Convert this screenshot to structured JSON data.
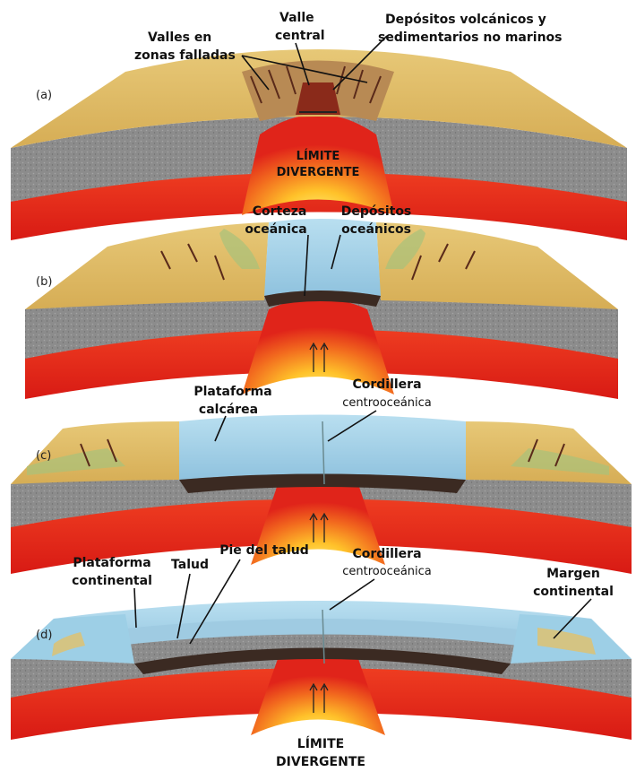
{
  "panels": [
    {
      "tag": "(a)"
    },
    {
      "tag": "(b)"
    },
    {
      "tag": "(c)"
    },
    {
      "tag": "(d)"
    }
  ],
  "labels": {
    "a_valles_1": "Valles en",
    "a_valles_2": "zonas falladas",
    "a_valle_1": "Valle",
    "a_valle_2": "central",
    "a_depositos_1": "Depósitos volcánicos y",
    "a_depositos_2": "sedimentarios no  marinos",
    "a_limite_1": "LÍMITE",
    "a_limite_2": "DIVERGENTE",
    "b_corteza_1": "Corteza",
    "b_corteza_2": "oceánica",
    "b_depositos_1": "Depósitos",
    "b_depositos_2": "oceánicos",
    "c_plataforma_1": "Plataforma",
    "c_plataforma_2": "calcárea",
    "c_cordillera_1": "Cordillera",
    "c_cordillera_2": "centrooceánica",
    "d_plataforma_1": "Plataforma",
    "d_plataforma_2": "continental",
    "d_talud": "Talud",
    "d_pie": "Pie del talud",
    "d_cordillera_1": "Cordillera",
    "d_cordillera_2": "centrooceánica",
    "d_margen_1": "Margen",
    "d_margen_2": "continental",
    "bottom_limite_1": "LÍMITE",
    "bottom_limite_2": "DIVERGENTE"
  },
  "colors": {
    "land": "#e2c06a",
    "land_green": "#a8c27a",
    "crust": "#8f8f8f",
    "mantle": "#e0241a",
    "mantle_hot": "#ffd23a",
    "ocean": "#a9d4e8",
    "ocean_deep": "#7fb4d2",
    "oceanic_crust": "#3b2a22",
    "fault": "#6b2f1e"
  }
}
